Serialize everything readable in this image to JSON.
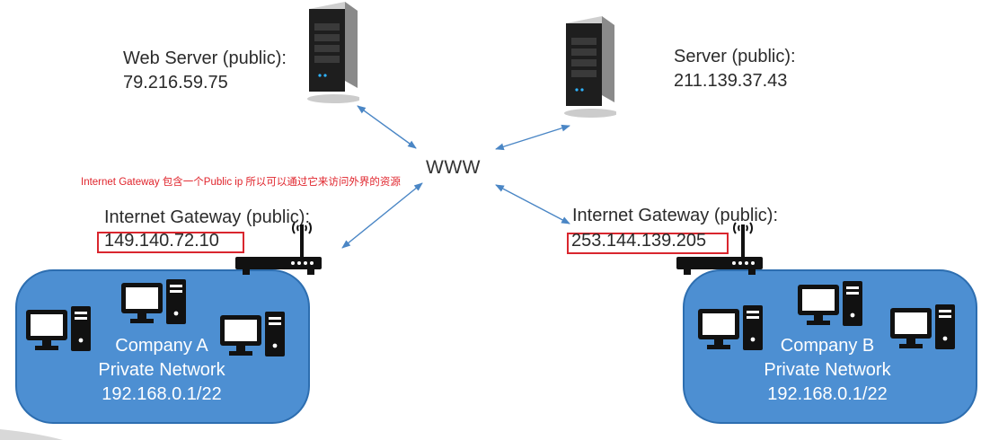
{
  "web_server": {
    "name": "Web Server (public):",
    "ip": "79.216.59.75"
  },
  "server": {
    "name": "Server (public):",
    "ip": "211.139.37.43"
  },
  "internet_label": "WWW",
  "note": "Internet Gateway 包含一个Public ip 所以可以通过它来访问外界的资源",
  "gateway_a": {
    "name": "Internet Gateway (public):",
    "ip": "149.140.72.10"
  },
  "gateway_b": {
    "name": "Internet Gateway (public):",
    "ip": "253.144.139.205"
  },
  "company_a": {
    "line1": "Company A",
    "line2": "Private Network",
    "line3": "192.168.0.1/22"
  },
  "company_b": {
    "line1": "Company B",
    "line2": "Private Network",
    "line3": "192.168.0.1/22"
  },
  "colors": {
    "network_fill": "#4d8fd2",
    "highlight_box": "#d9262e",
    "connector": "#4a86c5",
    "note_text": "#e0242c"
  },
  "icons": [
    "server-icon",
    "router-icon",
    "computer-icon",
    "double-arrow"
  ]
}
